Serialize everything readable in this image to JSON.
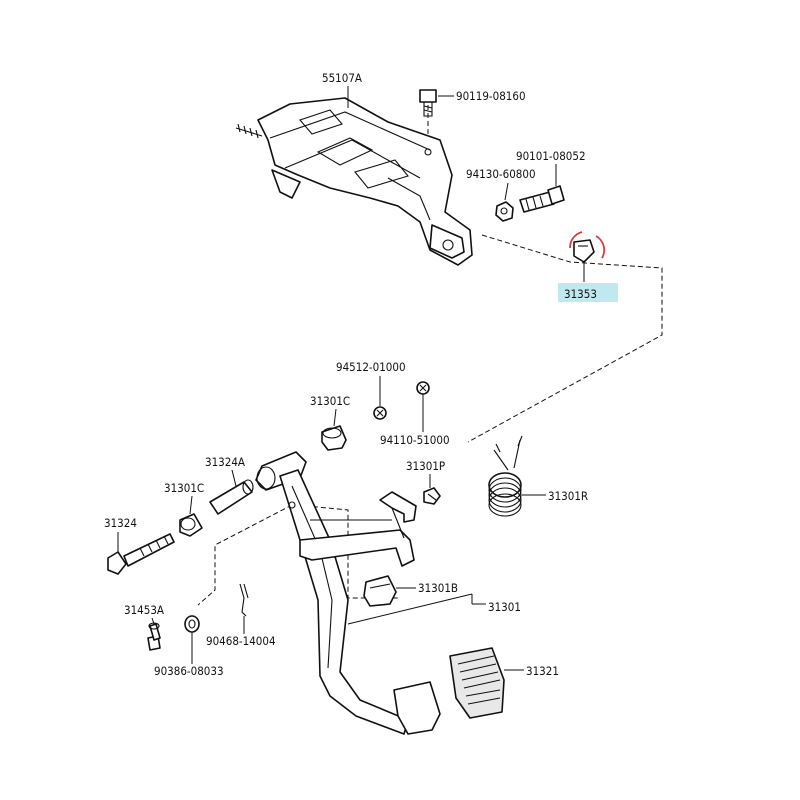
{
  "labels": {
    "p55107a": "55107A",
    "p90119": "90119-08160",
    "p90101": "90101-08052",
    "p94130": "94130-60800",
    "p31353": "31353",
    "p94512": "94512-01000",
    "p31301c_top": "31301C",
    "p94110": "94110-51000",
    "p31324a": "31324A",
    "p31301p": "31301P",
    "p31301c_mid": "31301C",
    "p31301r": "31301R",
    "p31324": "31324",
    "p31301b": "31301B",
    "p31301": "31301",
    "p31453a": "31453A",
    "p90468": "90468-14004",
    "p90386": "90386-08033",
    "p31321": "31321"
  },
  "highlight": {
    "part": "31353",
    "color": "#bfe9ee",
    "marker_color": "#e0393e"
  }
}
